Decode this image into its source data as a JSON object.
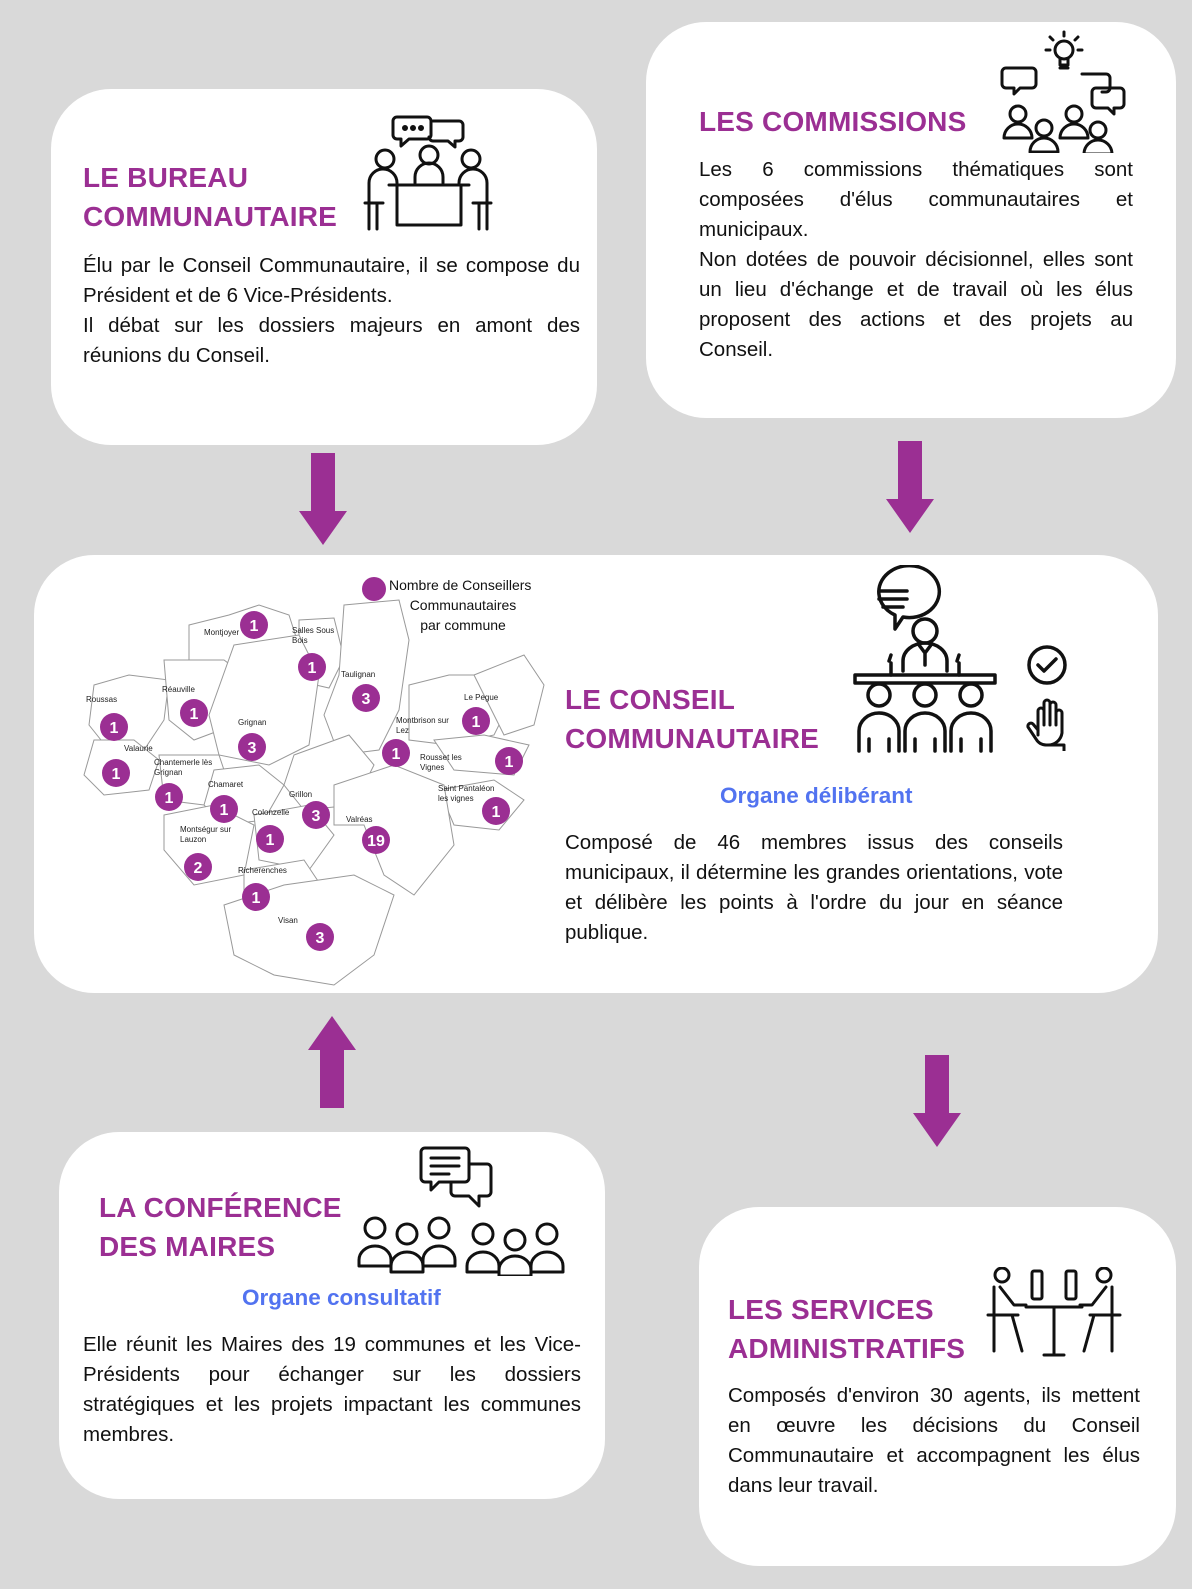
{
  "bureau": {
    "title_line1": "LE BUREAU",
    "title_line2": "COMMUNAUTAIRE",
    "text": "Élu par le Conseil Communautaire, il se compose du Président et de 6 Vice-Présidents.",
    "text2": "Il débat sur les dossiers majeurs en amont des réunions du Conseil."
  },
  "commissions": {
    "title": "LES COMMISSIONS",
    "text": "Les 6 commissions thématiques sont composées d'élus communautaires et municipaux.",
    "text2": "Non dotées de pouvoir décisionnel, elles sont un lieu d'échange et de travail où les élus proposent des actions et des projets au Conseil."
  },
  "conseil": {
    "title_line1": "LE CONSEIL",
    "title_line2": "COMMUNAUTAIRE",
    "subtitle": "Organe délibérant",
    "text": "Composé de 46 membres issus des conseils municipaux, il détermine les grandes orientations, vote et délibère les points à l'ordre du jour en séance publique."
  },
  "map": {
    "legend_line1": "Nombre de Conseillers",
    "legend_line2": "Communautaires",
    "legend_line3": "par commune",
    "badge_color": "#9b2f93",
    "communes": [
      {
        "name": "Montjoyer",
        "count": "1"
      },
      {
        "name": "Salles Sous Bois",
        "count": "1"
      },
      {
        "name": "Taulignan",
        "count": "3"
      },
      {
        "name": "Roussas",
        "count": "1"
      },
      {
        "name": "Réauville",
        "count": "1"
      },
      {
        "name": "Grignan",
        "count": "3"
      },
      {
        "name": "Montbrison sur Lez",
        "count": "1"
      },
      {
        "name": "Le Pegue",
        "count": "1"
      },
      {
        "name": "Valaurie",
        "count": "1"
      },
      {
        "name": "Chantemerle lès Grignan",
        "count": "1"
      },
      {
        "name": "Rousset les Vignes",
        "count": "1"
      },
      {
        "name": "Chamaret",
        "count": "1"
      },
      {
        "name": "Grillon",
        "count": "3"
      },
      {
        "name": "Saint Pantaléon les vignes",
        "count": "1"
      },
      {
        "name": "Colonzelle",
        "count": "1"
      },
      {
        "name": "Valréas",
        "count": "19"
      },
      {
        "name": "Montségur sur Lauzon",
        "count": "2"
      },
      {
        "name": "Richerenches",
        "count": "1"
      },
      {
        "name": "Visan",
        "count": "3"
      }
    ]
  },
  "conference": {
    "title_line1": "LA CONFÉRENCE",
    "title_line2": "DES MAIRES",
    "subtitle": "Organe consultatif",
    "text": "Elle réunit les Maires des 19 communes et les Vice-Présidents pour échanger sur les dossiers stratégiques et les projets impactant les communes membres."
  },
  "services": {
    "title_line1": "LES SERVICES",
    "title_line2": "ADMINISTRATIFS",
    "text": "Composés d'environ 30 agents, ils mettent en œuvre les décisions du Conseil Communautaire et accompagnent les élus dans leur travail."
  },
  "colors": {
    "accent": "#9b2f93",
    "subtitle": "#5273f0",
    "background": "#d9d9d9"
  },
  "icons": [
    "meeting-table-icon",
    "ideas-discussion-icon",
    "assembly-speaker-icon",
    "checkmark-icon",
    "raised-hand-icon",
    "conference-chat-icon",
    "office-workers-icon"
  ]
}
